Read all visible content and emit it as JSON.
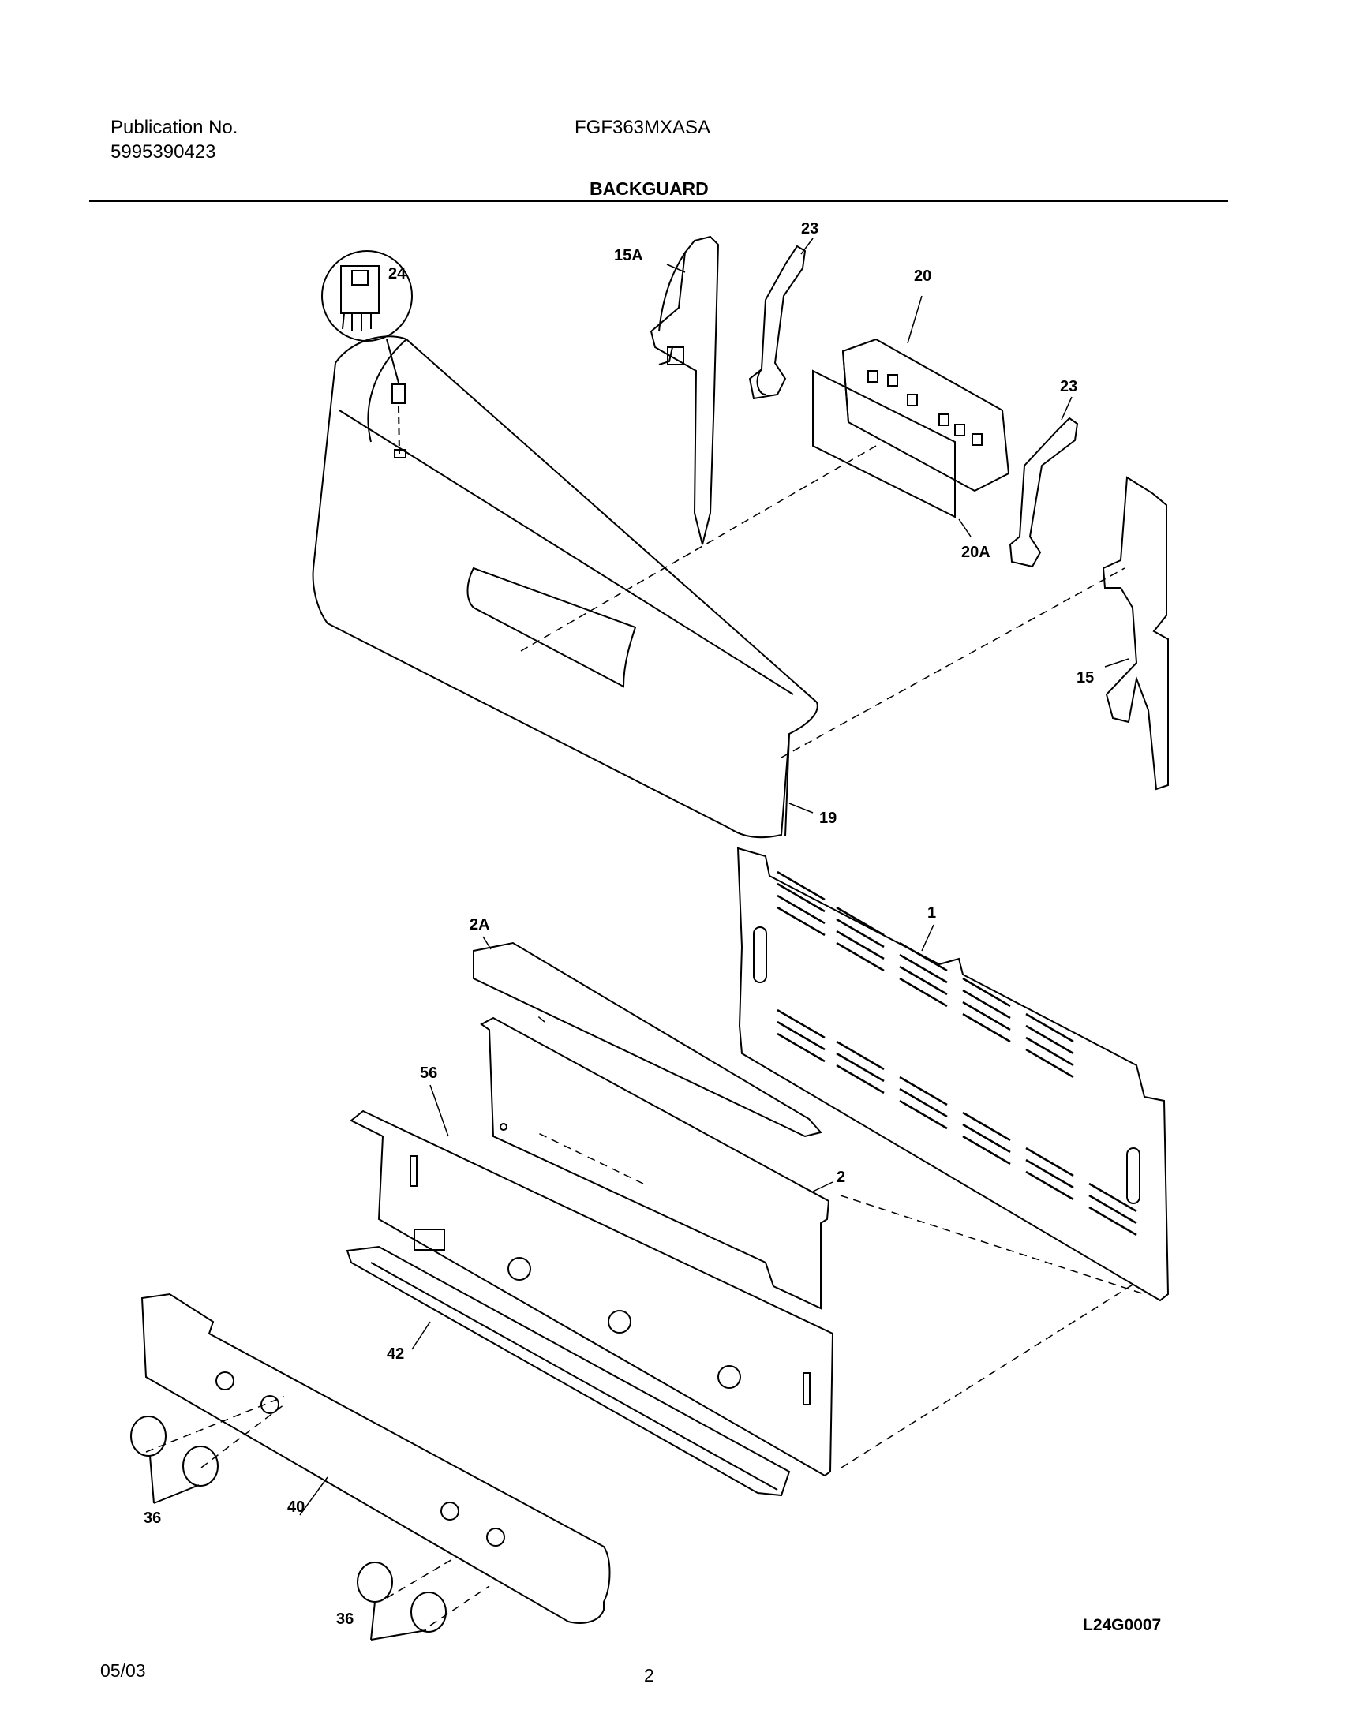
{
  "header": {
    "publication_label": "Publication No.",
    "publication_number": "5995390423",
    "model": "FGF363MXASA",
    "section_title": "BACKGUARD"
  },
  "callouts": {
    "c24": "24",
    "c23a": "23",
    "c15a": "15A",
    "c20": "20",
    "c23b": "23",
    "c20a": "20A",
    "c15": "15",
    "c19": "19",
    "c1": "1",
    "c2a": "2A",
    "c56": "56",
    "c2": "2",
    "c42": "42",
    "c36a": "36",
    "c40": "40",
    "c36b": "36"
  },
  "drawing_code": "L24G0007",
  "footer": {
    "date": "05/03",
    "page": "2"
  }
}
